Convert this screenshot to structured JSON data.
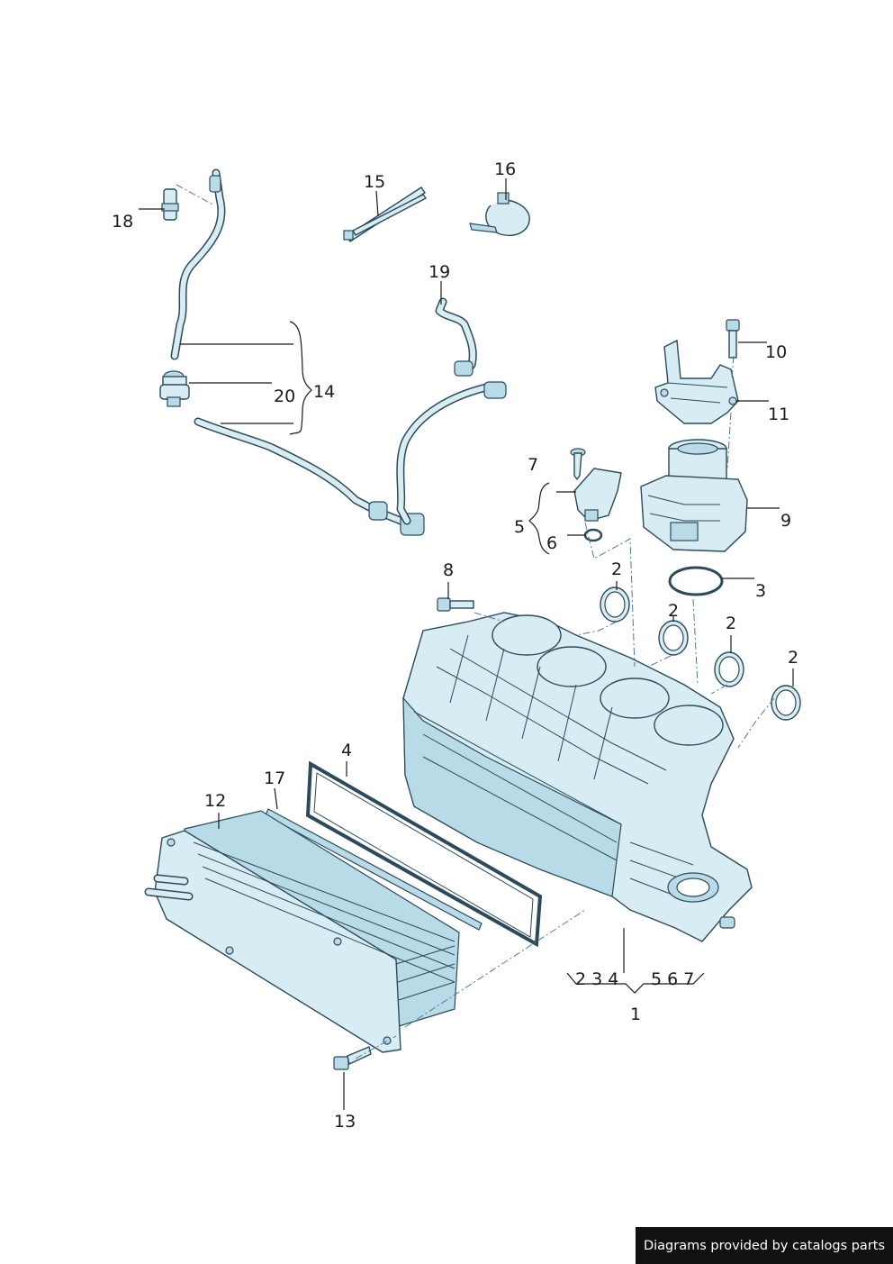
{
  "callouts": {
    "c1": "1",
    "c2a": "2",
    "c2b": "2",
    "c2c": "2",
    "c2d": "2",
    "c3": "3",
    "c4": "4",
    "c5": "5",
    "c6": "6",
    "c7": "7",
    "c8": "8",
    "c9": "9",
    "c10": "10",
    "c11": "11",
    "c12": "12",
    "c13": "13",
    "c14": "14",
    "c15": "15",
    "c16": "16",
    "c17": "17",
    "c18": "18",
    "c19": "19",
    "c20": "20",
    "group_left": "2 3 4",
    "group_right": "5 6 7"
  },
  "footer": {
    "text": "Diagrams provided by catalogs parts"
  },
  "colors": {
    "part_fill": "#d7ecf3",
    "part_stroke": "#2b4a5a",
    "footer_bg": "#111111"
  }
}
